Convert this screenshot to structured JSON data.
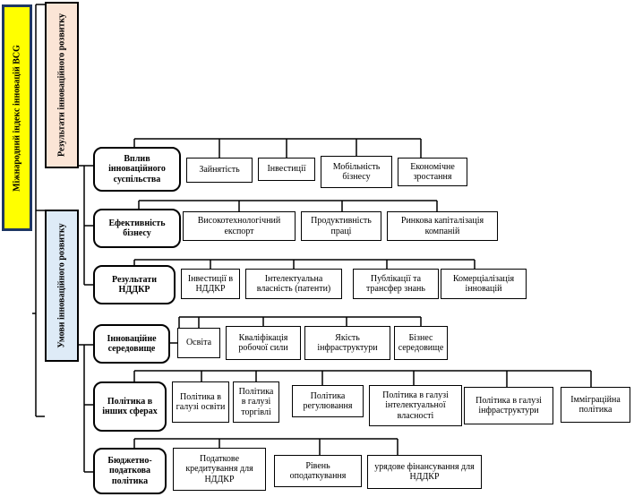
{
  "main_title": "Міжнародний індекс інновацій BCG",
  "results_title": "Результати інноваційного розвитку",
  "conditions_title": "Умови інноваційного розвитку",
  "colors": {
    "main_fill": "#ffff00",
    "results_fill": "#fbe5d6",
    "conditions_fill": "#deebf7"
  },
  "categories": [
    {
      "label": "Вплив інноваційного суспільства",
      "items": [
        "Зайнятість",
        "Інвестиції",
        "Мобільність бізнесу",
        "Економічне зростання"
      ]
    },
    {
      "label": "Ефективність бізнесу",
      "items": [
        "Високотехнологічний експорт",
        "Продуктивність праці",
        "Ринкова капіталізація компаній"
      ]
    },
    {
      "label": "Результати НДДКР",
      "items": [
        "Інвестиції в НДДКР",
        "Інтелектуальна власність (патенти)",
        "Публікації та трансфер знань",
        "Комерціалізація інновацій"
      ]
    },
    {
      "label": "Інноваційне середовище",
      "items": [
        "Освіта",
        "Кваліфікація робочої сили",
        "Якість інфраструктури",
        "Бізнес середовище"
      ]
    },
    {
      "label": "Політика в інших сферах",
      "items": [
        "Політика в галузі освіти",
        "Політика в галузі торгівлі",
        "Політика регулювання",
        "Політика в галузі інтелектуальної власності",
        "Політика в галузі інфраструктури",
        "Імміграційна політика"
      ]
    },
    {
      "label": "Бюджетно-податкова політика",
      "items": [
        "Податкове кредитування для НДДКР",
        "Рівень оподаткування",
        "урядове фінансування для НДДКР"
      ]
    }
  ]
}
